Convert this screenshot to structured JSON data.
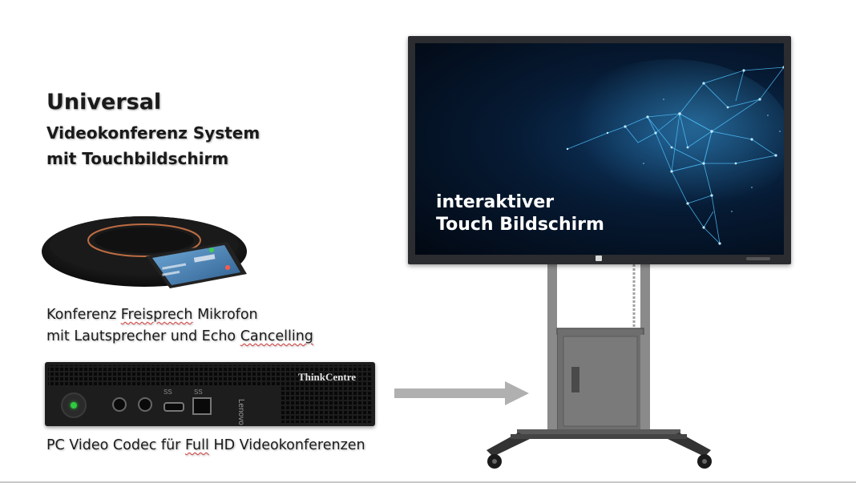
{
  "heading": {
    "title": "Universal",
    "line1": "Videokonferenz System",
    "line2": "mit Touchbildschirm"
  },
  "speakerphone": {
    "caption_line1_parts": [
      "Konferenz ",
      "Freisprech",
      " Mikrofon"
    ],
    "caption_line2_parts": [
      "mit Lautsprecher und Echo ",
      "Cancelling"
    ]
  },
  "pc": {
    "brand": "ThinkCentre",
    "side_brand": "Lenovo",
    "caption_parts": [
      "PC Video Codec für ",
      "Full",
      " HD Videokonferenzen"
    ],
    "port_labels": [
      "SS",
      "SS"
    ]
  },
  "display": {
    "screen_line1": "interaktiver",
    "screen_line2": "Touch Bildschirm"
  },
  "colors": {
    "screen_bg": "#061a33",
    "hummingbird": "#4fc3ff",
    "pc_body": "#1d1d1d",
    "stand": "#7a7a7a",
    "arrow": "#b0b0b0",
    "squiggle": "#d43a3a",
    "power_led": "#2ecc40"
  },
  "icons": [
    "hummingbird-illustration",
    "arrow-right-icon",
    "power-button-icon",
    "headphone-jack-icon",
    "usb-c-port-icon",
    "usb-a-port-icon",
    "cabinet-lock-icon"
  ]
}
